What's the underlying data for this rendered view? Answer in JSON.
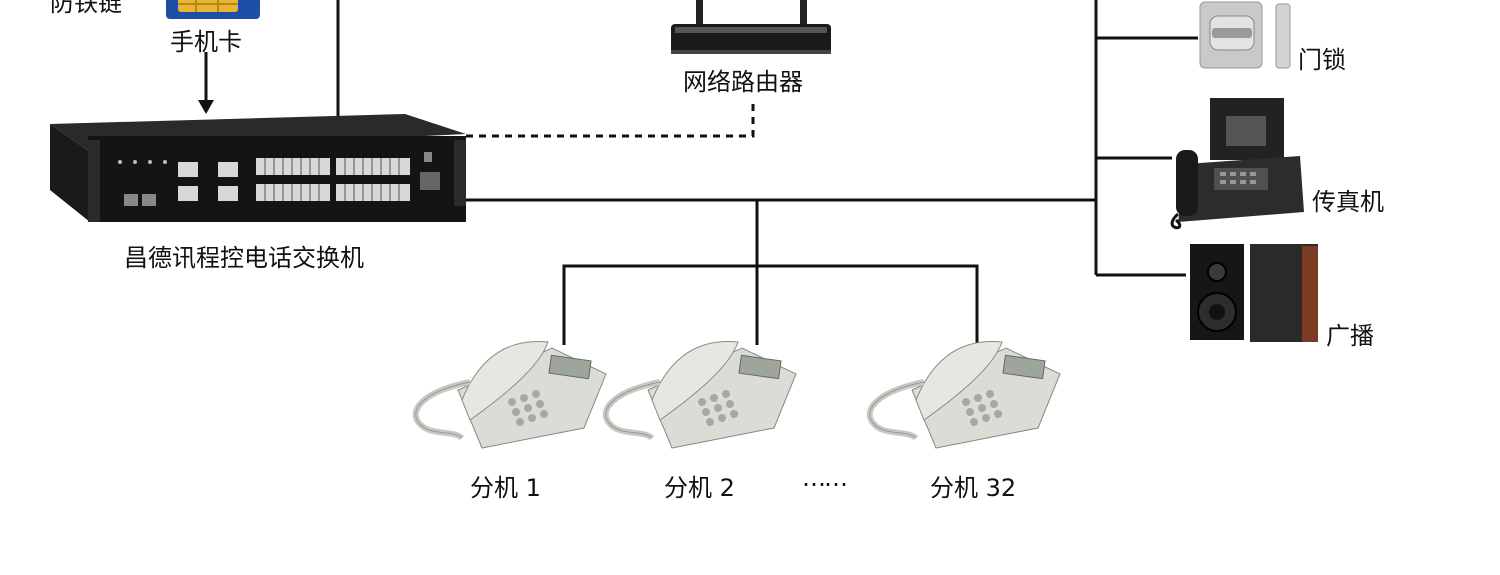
{
  "labels": {
    "top_left_partial": "防铁链",
    "sim_card": "手机卡",
    "router": "网络路由器",
    "pbx": "昌德讯程控电话交换机",
    "door_lock": "门锁",
    "fax": "传真机",
    "broadcast": "广播",
    "ext1": "分机 1",
    "ext2": "分机 2",
    "ellipsis": "……",
    "ext32": "分机 32"
  }
}
